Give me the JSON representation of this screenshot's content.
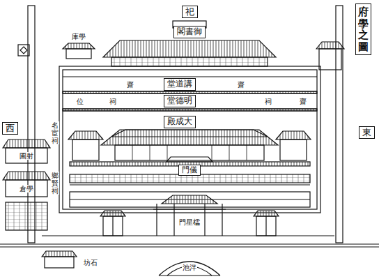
{
  "diagram": {
    "title": "府學之圖",
    "nodes": [
      {
        "text": [
          "祀"
        ]
      },
      {
        "text": [
          "御書閣"
        ]
      },
      {
        "text": [
          "講道堂"
        ]
      },
      {
        "text": [
          "明德堂"
        ]
      },
      {
        "text": [
          "大成殿"
        ]
      },
      {
        "text": [
          "儀門"
        ]
      },
      {
        "text": [
          "西"
        ]
      },
      {
        "text": [
          "東"
        ]
      }
    ],
    "labels": [
      "學庫",
      "齋",
      "齋",
      "位",
      "祠",
      "祠",
      "齋",
      "名宦祠",
      "鄉賢祠",
      "射圃",
      "學倉",
      "櫺星門",
      "泮池",
      "石坊"
    ]
  }
}
